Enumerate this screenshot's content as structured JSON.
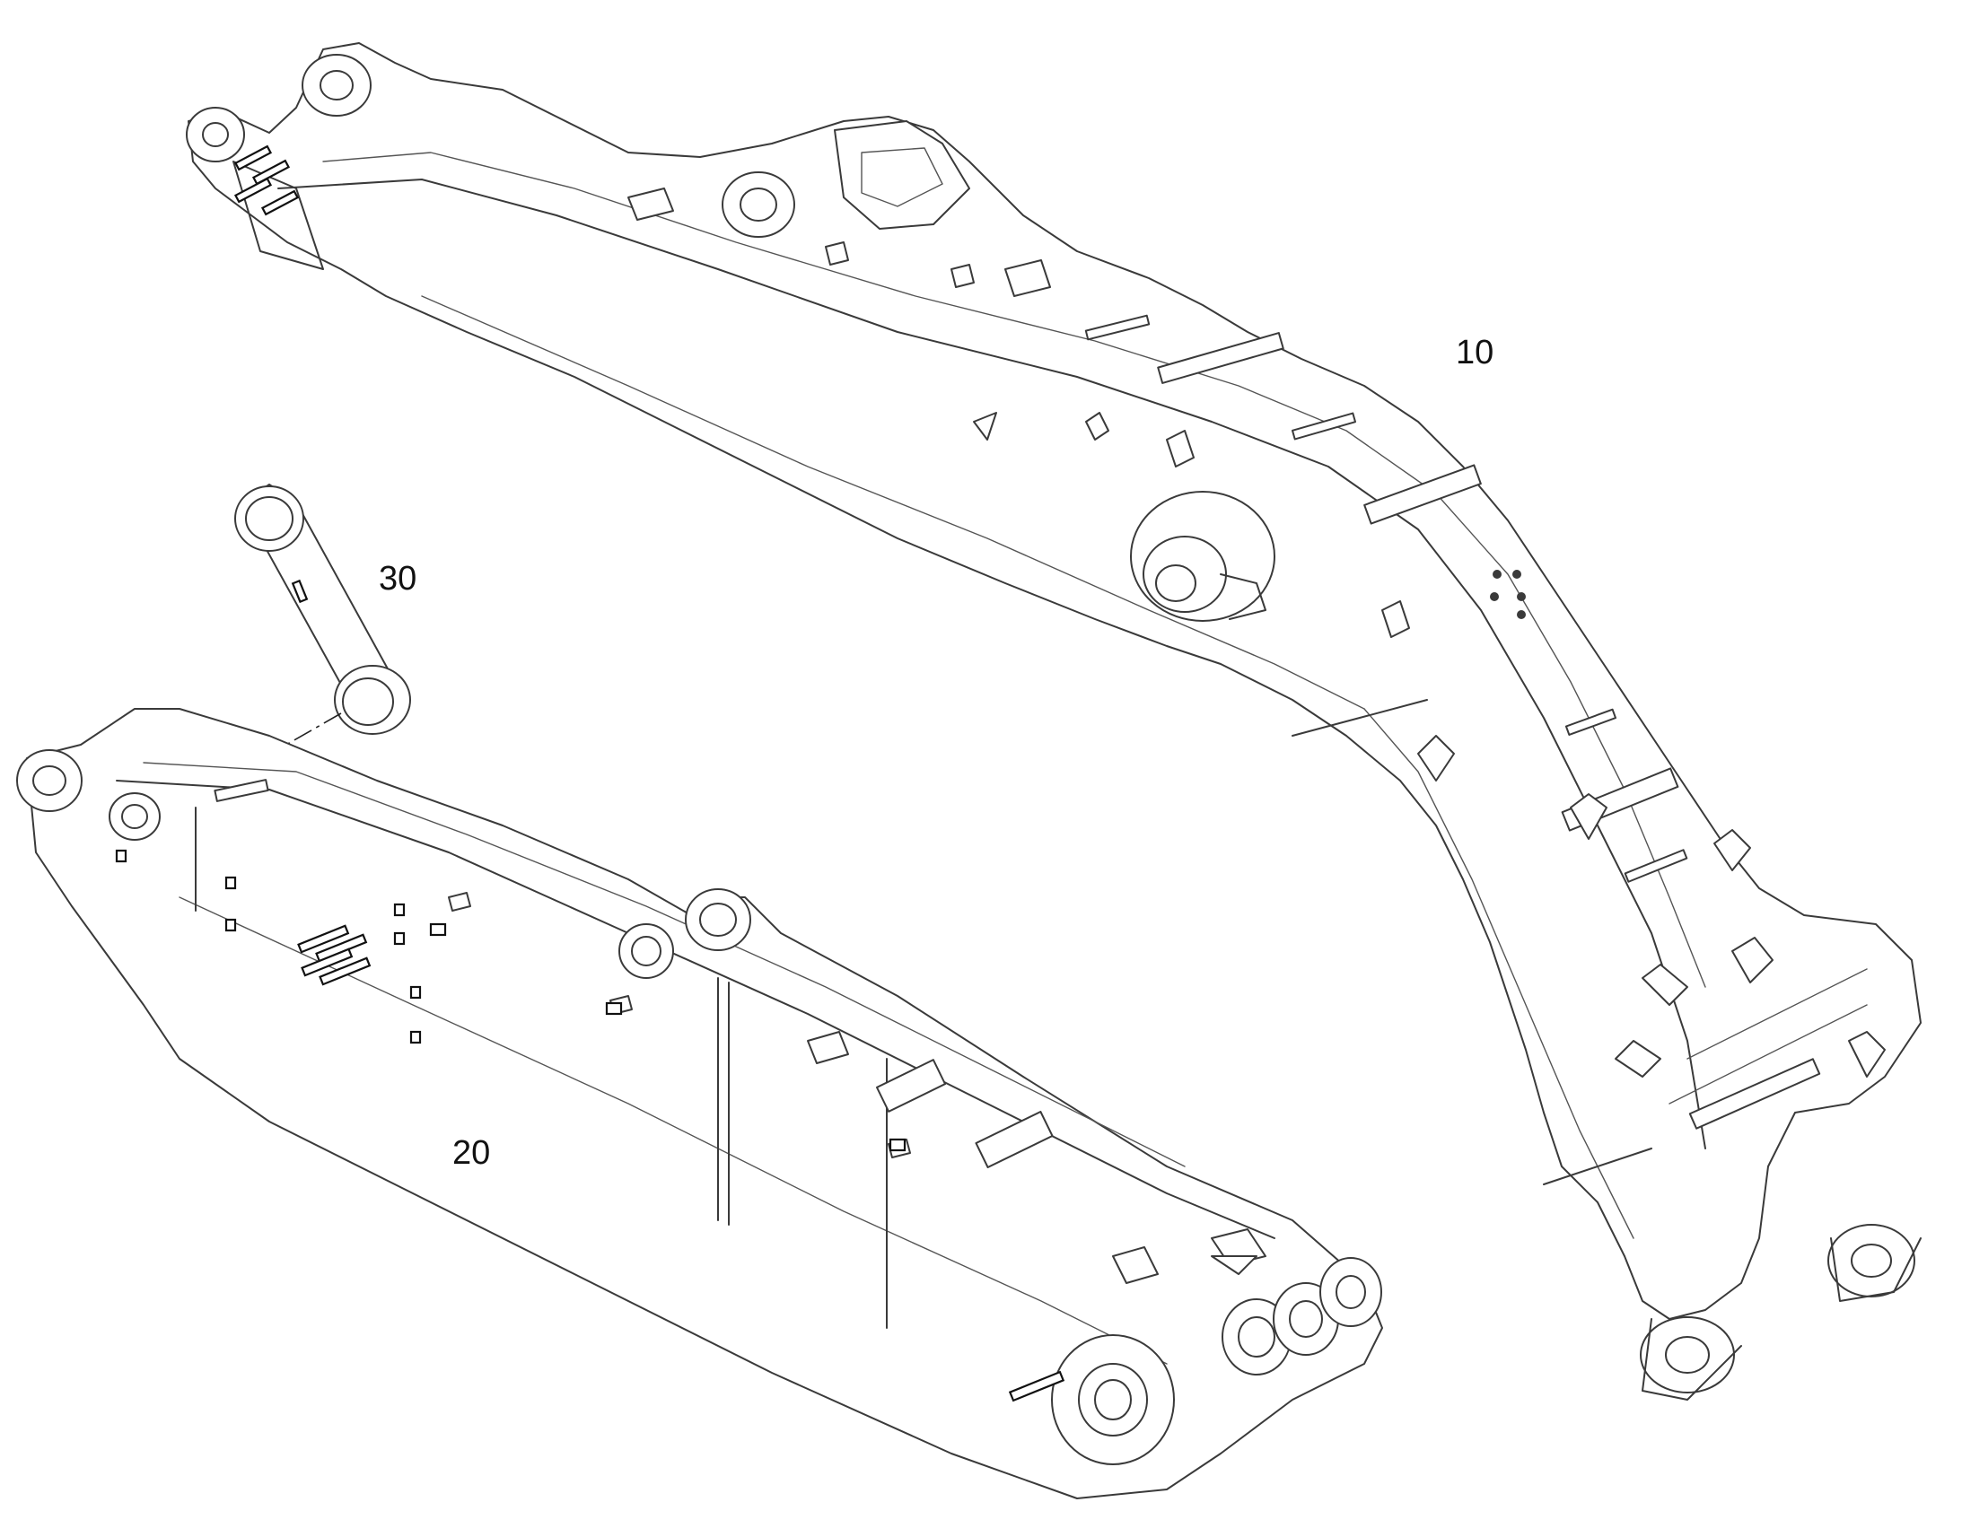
{
  "callouts": {
    "boom": "10",
    "arm": "20",
    "link": "30"
  },
  "colors": {
    "line": "#3a3a3a",
    "background": "#ffffff"
  }
}
